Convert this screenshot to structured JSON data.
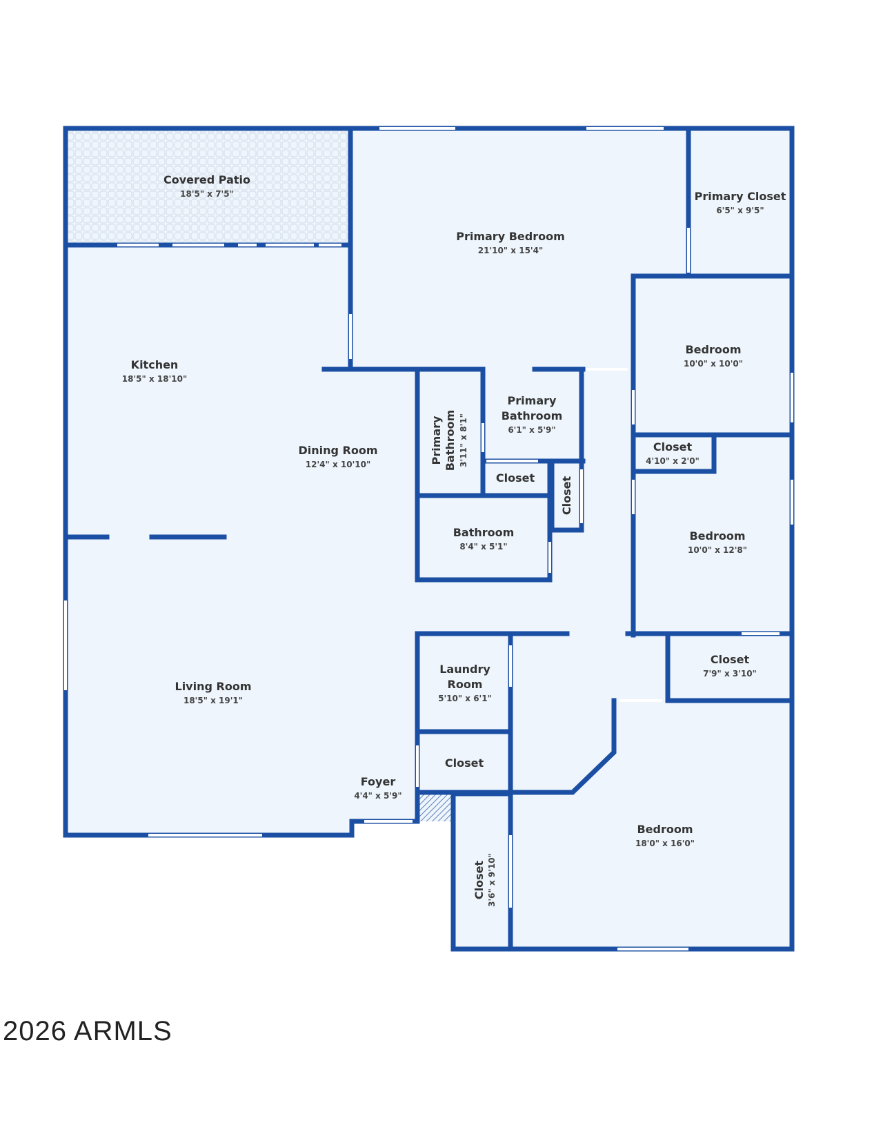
{
  "rooms": [
    {
      "name": "Covered Patio",
      "dim": "18'5\" x 7'5\""
    },
    {
      "name": "Primary Bedroom",
      "dim": "21'10\" x 15'4\""
    },
    {
      "name": "Primary Closet",
      "dim": "6'5\" x 9'5\""
    },
    {
      "name": "Kitchen",
      "dim": "18'5\" x 18'10\""
    },
    {
      "name": "Dining Room",
      "dim": "12'4\" x 10'10\""
    },
    {
      "name": "Primary Bathroom",
      "dim": "3'11\" x 8'1\""
    },
    {
      "name": "Primary Bathroom",
      "dim": "6'1\" x 5'9\""
    },
    {
      "name": "Bedroom",
      "dim": "10'0\" x 10'0\""
    },
    {
      "name": "Closet",
      "dim": "4'10\" x 2'0\""
    },
    {
      "name": "Closet",
      "dim": ""
    },
    {
      "name": "Closet",
      "dim": ""
    },
    {
      "name": "Bathroom",
      "dim": "8'4\" x 5'1\""
    },
    {
      "name": "Bedroom",
      "dim": "10'0\" x 12'8\""
    },
    {
      "name": "Closet",
      "dim": "7'9\" x 3'10\""
    },
    {
      "name": "Laundry Room",
      "dim": "5'10\" x 6'1\""
    },
    {
      "name": "Living Room",
      "dim": "18'5\" x 19'1\""
    },
    {
      "name": "Closet",
      "dim": ""
    },
    {
      "name": "Foyer",
      "dim": "4'4\" x 5'9\""
    },
    {
      "name": "Closet",
      "dim": "3'6\" x 9'10\""
    },
    {
      "name": "Bedroom",
      "dim": "18'0\" x 16'0\""
    }
  ],
  "labels": {
    "primary_bath_1_line1": "Primary",
    "primary_bath_1_line2": "Bathroom",
    "primary_bath_2_line1": "Primary",
    "primary_bath_2_line2": "Bathroom",
    "laundry_line1": "Laundry",
    "laundry_line2": "Room"
  },
  "copyright": "2026 ARMLS",
  "colors": {
    "wall": "#1b4fa3",
    "floor": "#eef5fc"
  }
}
